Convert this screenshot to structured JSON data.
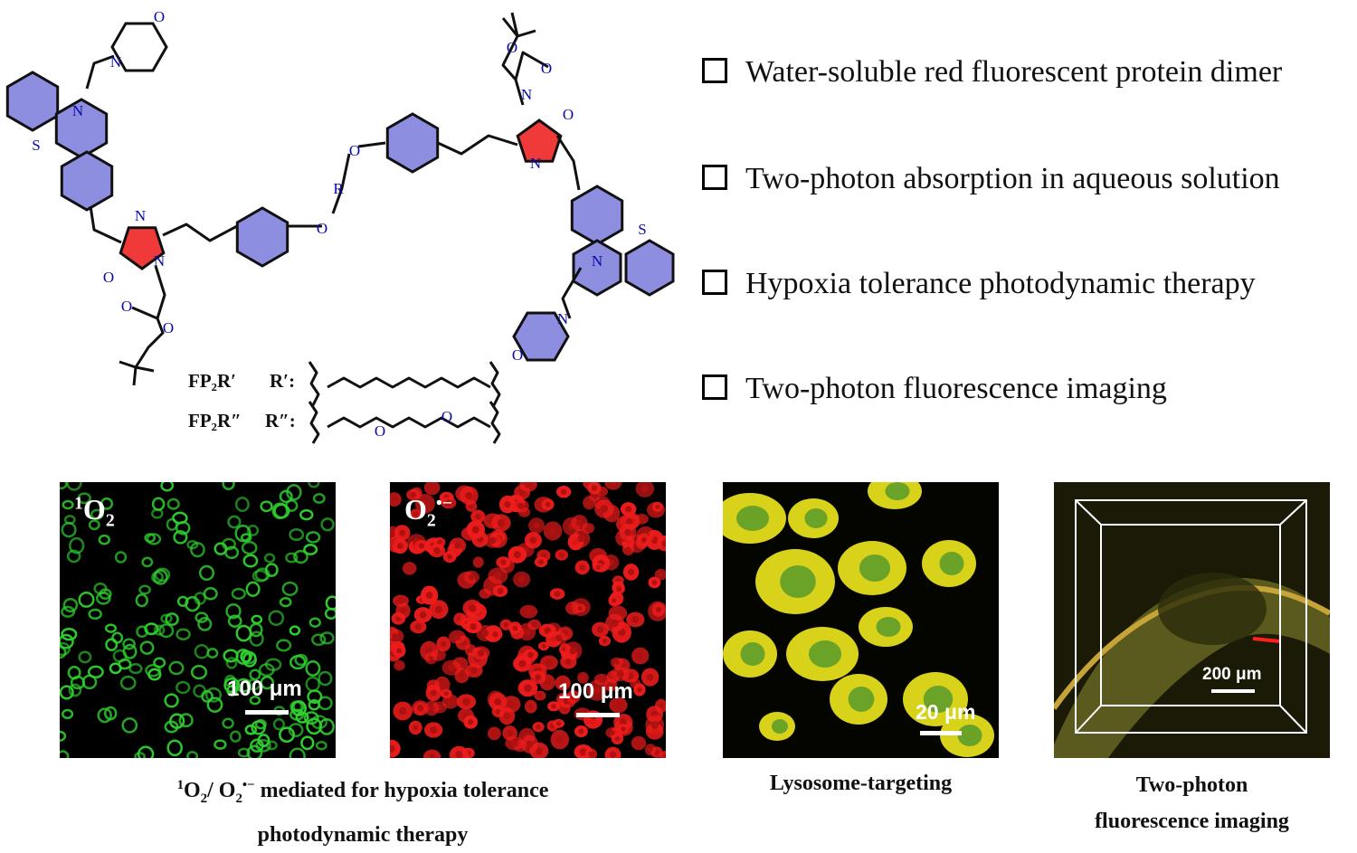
{
  "features": [
    "Water-soluble red fluorescent protein dimer",
    "Two-photon absorption in aqueous solution",
    "Hypoxia tolerance photodynamic therapy",
    "Two-photon fluorescence imaging"
  ],
  "structure": {
    "atoms": {
      "N": "N",
      "S": "S",
      "O": "O",
      "R": "R"
    },
    "labels": {
      "fp2r1": "FP₂R′",
      "r1": "R′:",
      "fp2r2": "FP₂R″",
      "r2": "R″:"
    }
  },
  "panels": [
    {
      "label_main": "O",
      "label_sup": "1",
      "label_sub": "2",
      "scale": "100 μm"
    },
    {
      "label_main": "O",
      "label_sub": "2",
      "label_sup": "•−",
      "scale": "100 μm"
    },
    {
      "scale": "20 μm"
    },
    {
      "scale": "200 μm"
    }
  ],
  "captions": {
    "pdt_line1": "mediated for hypoxia tolerance",
    "pdt_line2": "photodynamic therapy",
    "pdt_o1_sup": "1",
    "pdt_o": "O",
    "pdt_o1_sub": "2",
    "pdt_sep": "/ ",
    "pdt_o2_sub": "2",
    "pdt_o2_sup": "•−",
    "lyso": "Lysosome-targeting",
    "tp_line1": "Two-photon",
    "tp_line2": "fluorescence imaging"
  },
  "colors": {
    "ring_blue": "#8e8ee0",
    "ring_red": "#f03a3a",
    "green_cells": "#2fd02f",
    "red_cells": "#ee1c1c",
    "yellow_cells": "#d8d21a"
  }
}
